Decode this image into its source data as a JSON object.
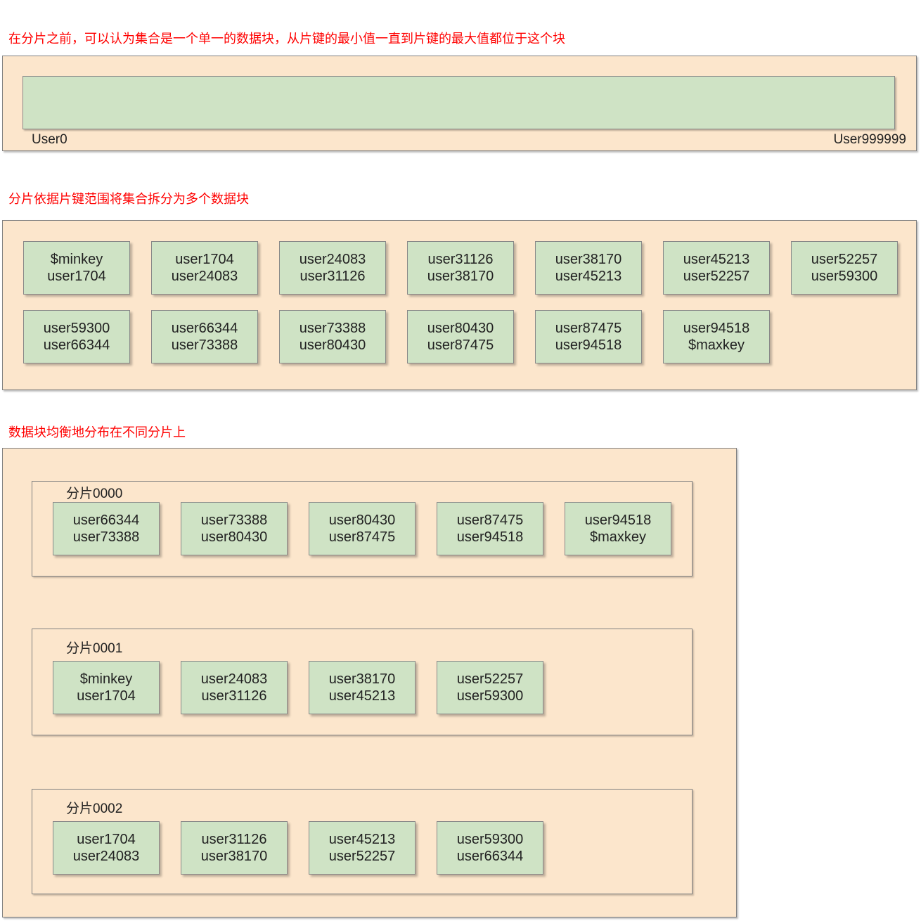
{
  "section1": {
    "heading": "在分片之前，可以认为集合是一个单一的数据块，从片键的最小值一直到片键的最大值都位于这个块",
    "start_label": "User0",
    "end_label": "User999999"
  },
  "section2": {
    "heading": "分片依据片键范围将集合拆分为多个数据块",
    "chunks": [
      {
        "from": "$minkey",
        "to": "user1704"
      },
      {
        "from": "user1704",
        "to": "user24083"
      },
      {
        "from": "user24083",
        "to": "user31126"
      },
      {
        "from": "user31126",
        "to": "user38170"
      },
      {
        "from": "user38170",
        "to": "user45213"
      },
      {
        "from": "user45213",
        "to": "user52257"
      },
      {
        "from": "user52257",
        "to": "user59300"
      },
      {
        "from": "user59300",
        "to": "user66344"
      },
      {
        "from": "user66344",
        "to": "user73388"
      },
      {
        "from": "user73388",
        "to": "user80430"
      },
      {
        "from": "user80430",
        "to": "user87475"
      },
      {
        "from": "user87475",
        "to": "user94518"
      },
      {
        "from": "user94518",
        "to": "$maxkey"
      }
    ]
  },
  "section3": {
    "heading": "数据块均衡地分布在不同分片上",
    "shards": [
      {
        "name": "分片0000",
        "chunks": [
          {
            "from": "user66344",
            "to": "user73388"
          },
          {
            "from": "user73388",
            "to": "user80430"
          },
          {
            "from": "user80430",
            "to": "user87475"
          },
          {
            "from": "user87475",
            "to": "user94518"
          },
          {
            "from": "user94518",
            "to": "$maxkey"
          }
        ]
      },
      {
        "name": "分片0001",
        "chunks": [
          {
            "from": "$minkey",
            "to": "user1704"
          },
          {
            "from": "user24083",
            "to": "user31126"
          },
          {
            "from": "user38170",
            "to": "user45213"
          },
          {
            "from": "user52257",
            "to": "user59300"
          }
        ]
      },
      {
        "name": "分片0002",
        "chunks": [
          {
            "from": "user1704",
            "to": "user24083"
          },
          {
            "from": "user31126",
            "to": "user38170"
          },
          {
            "from": "user45213",
            "to": "user52257"
          },
          {
            "from": "user59300",
            "to": "user66344"
          }
        ]
      }
    ]
  }
}
